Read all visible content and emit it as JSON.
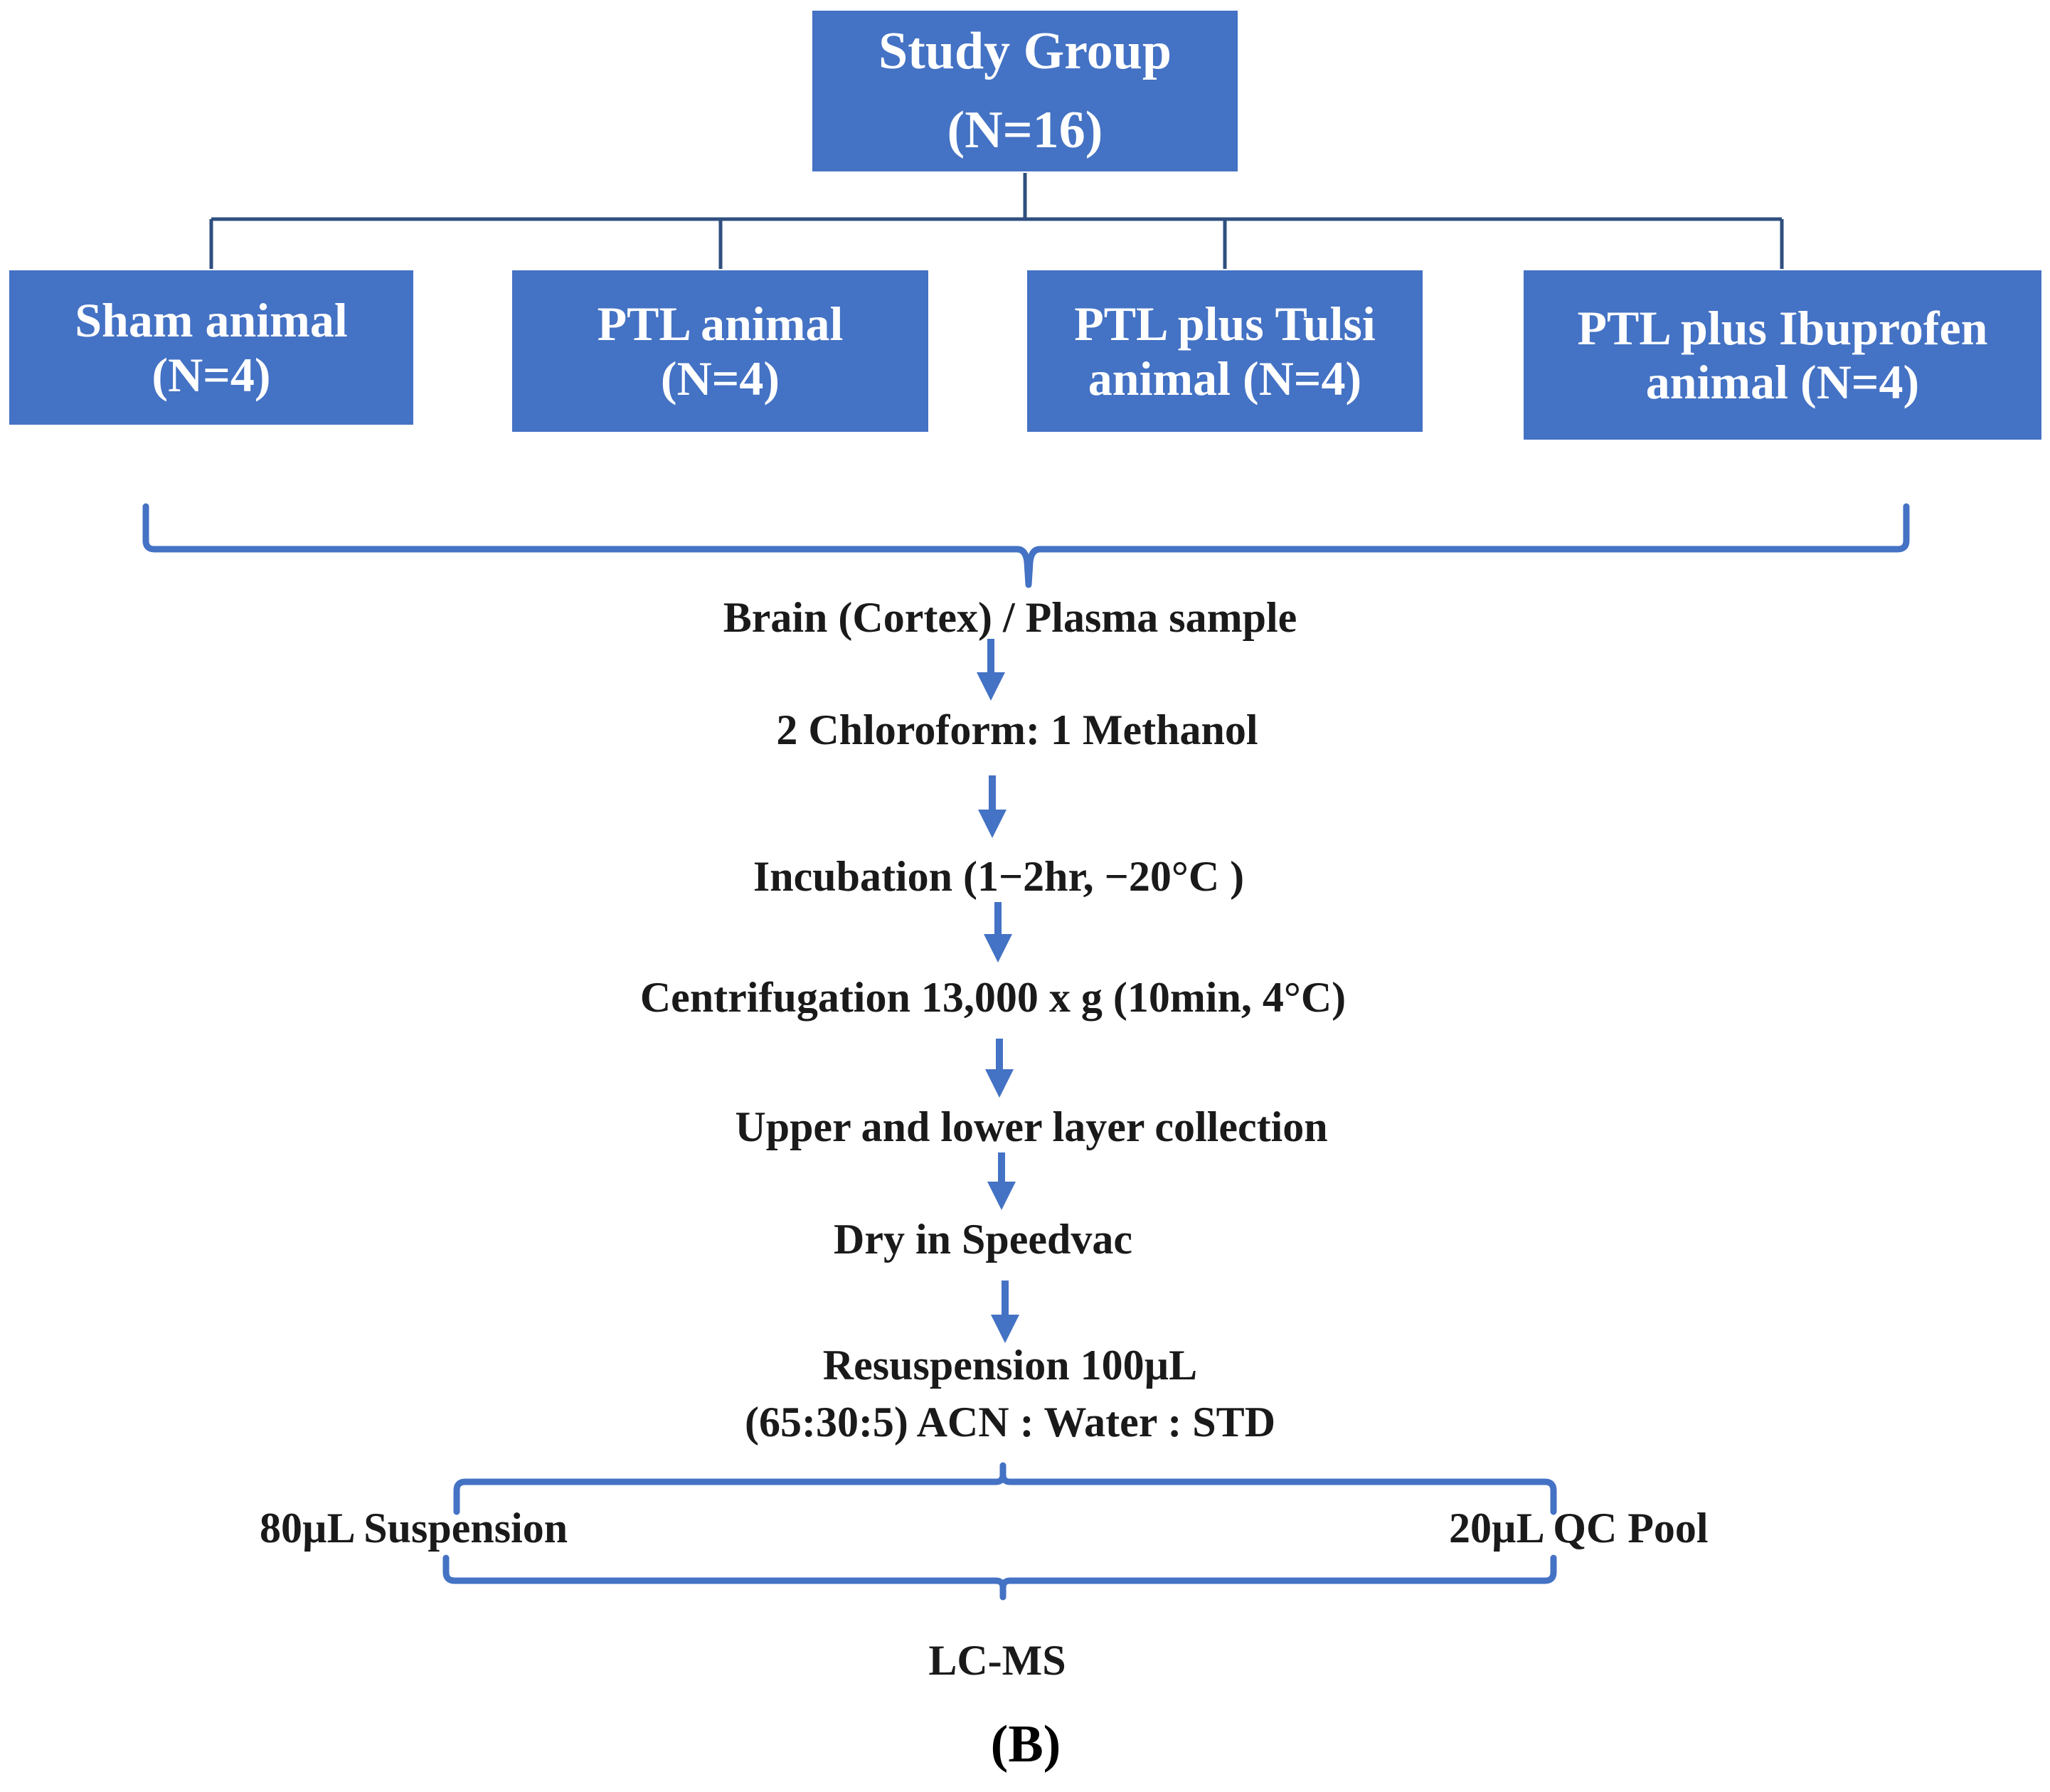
{
  "colors": {
    "box_fill": "#4472C4",
    "box_text": "#ffffff",
    "connector": "#4472C4",
    "tree_line": "#2F4F7F"
  },
  "root": {
    "line1": "Study Group",
    "line2": "(N=16)"
  },
  "groups": [
    {
      "line1": "Sham animal",
      "line2": "(N=4)"
    },
    {
      "line1": "PTL animal",
      "line2": "(N=4)"
    },
    {
      "line1": "PTL plus Tulsi",
      "line2": "animal (N=4)"
    },
    {
      "line1": "PTL plus Ibuprofen",
      "line2": "animal (N=4)"
    }
  ],
  "steps": [
    "Brain (Cortex) / Plasma sample",
    "2 Chloroform: 1 Methanol",
    "Incubation (1−2hr, −20°C )",
    "Centrifugation 13,000 x g  (10min, 4°C)",
    "Upper and lower layer collection",
    "Dry in Speedvac"
  ],
  "resuspension": {
    "line1": "Resuspension 100µL",
    "line2": "(65:30:5) ACN : Water : STD"
  },
  "split": {
    "left": "80µL Suspension",
    "right": "20µL QC Pool"
  },
  "final_step": "LC-MS",
  "panel_label": "(B)"
}
